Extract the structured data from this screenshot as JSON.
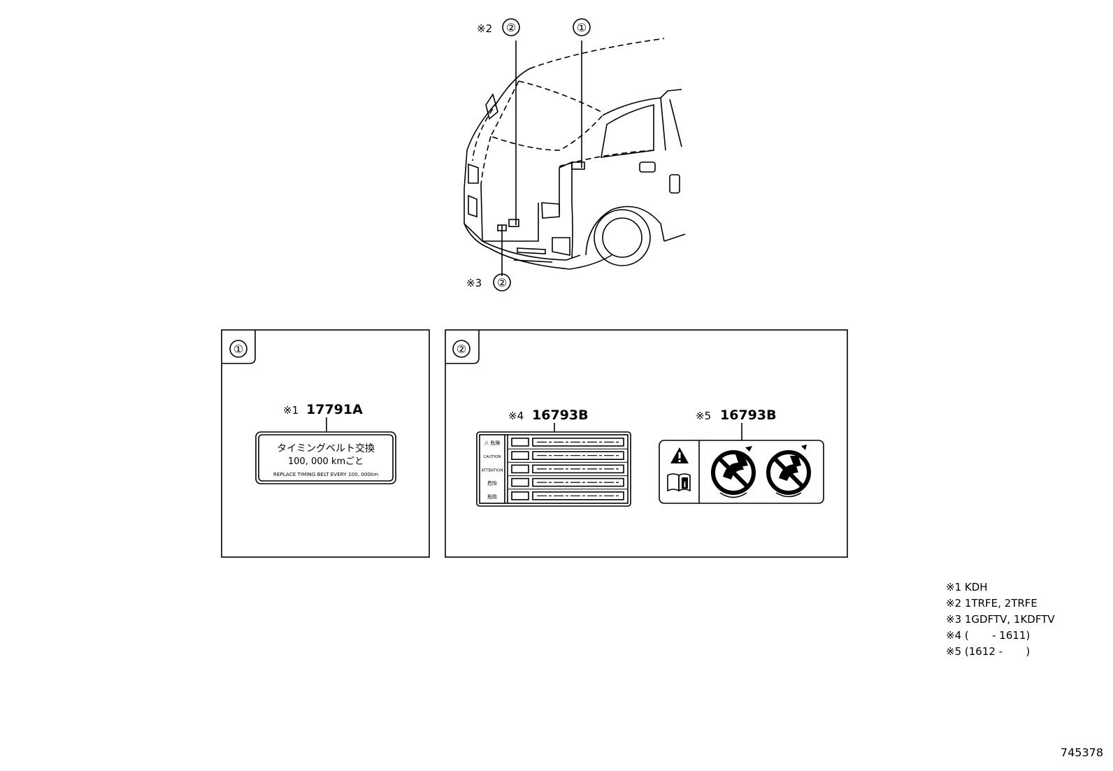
{
  "callouts": {
    "marker_1": "①",
    "marker_2": "②",
    "note_ref_2": "※2",
    "note_ref_3": "※3"
  },
  "panel_1": {
    "number": "①",
    "part_note": "※1",
    "part_number": "17791A",
    "label_line_1": "タイミングベルト交換",
    "label_line_2": "100, 000 kmごと",
    "label_line_3": "REPLACE TIMING BELT EVERY 100, 000km"
  },
  "panel_2": {
    "number": "②",
    "part_a": {
      "note": "※4",
      "number": "16793B"
    },
    "part_b": {
      "note": "※5",
      "number": "16793B"
    },
    "label_a_rows": [
      "⚠ 危険",
      "CAUTION",
      "ATTENTION",
      "危险",
      "危險"
    ]
  },
  "notes": [
    "※1 KDH",
    "※2 1TRFE, 2TRFE",
    "※3 1GDFTV, 1KDFTV",
    "※4 (       - 1611)",
    "※5 (1612 -       )"
  ],
  "drawing_number": "745378"
}
